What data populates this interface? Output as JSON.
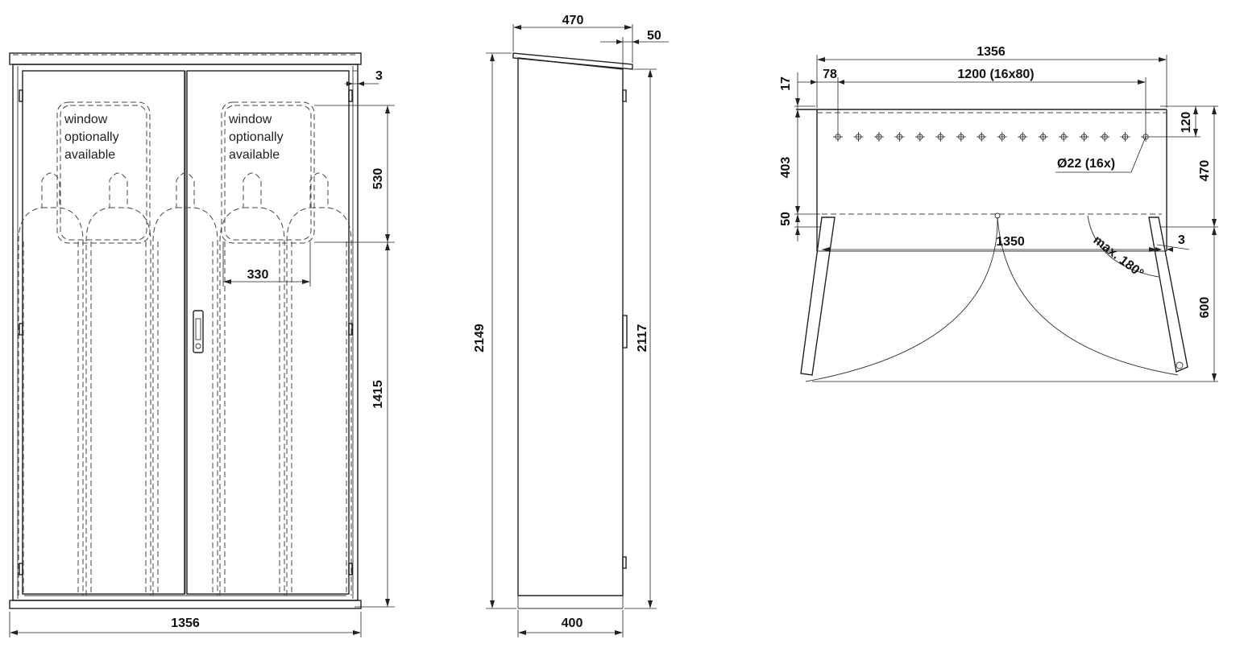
{
  "front_view": {
    "window_note": [
      "window",
      "optionally",
      "available"
    ],
    "dim_width": "1356",
    "dim_gap": "3",
    "dim_window_height": "530",
    "dim_lower_height": "1415",
    "dim_cylinder_spacing": "330"
  },
  "side_view": {
    "dim_top_depth": "470",
    "dim_roof_overhang": "50",
    "dim_total_height": "2149",
    "dim_body_height": "2117",
    "dim_base_depth": "400"
  },
  "top_view": {
    "dim_width": "1356",
    "dim_hole_offset": "78",
    "dim_hole_span": "1200 (16x80)",
    "dim_top_offset": "17",
    "dim_hole_row_depth": "120",
    "dim_inner_depth": "403",
    "dim_total_depth": "470",
    "dim_base_step": "50",
    "hole_note": "Ø22 (16x)",
    "dim_inner_width": "1350",
    "dim_gap": "3",
    "door_angle": "max. 180°",
    "dim_door_swing": "600",
    "hole_count": 16
  }
}
